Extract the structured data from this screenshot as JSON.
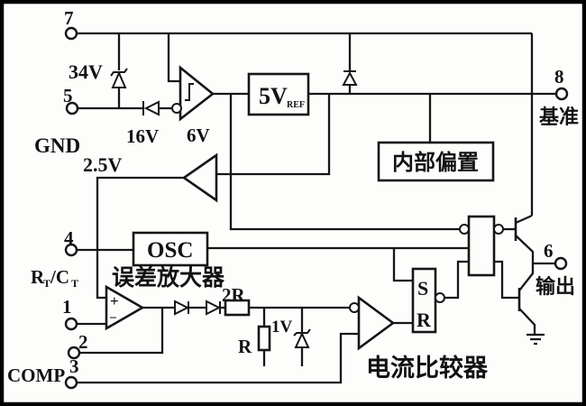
{
  "colors": {
    "ink": "#161616",
    "paper": "#fdfdfb",
    "frame": "#000000"
  },
  "pins": {
    "p7": "7",
    "p5": "5",
    "p4": "4",
    "p1": "1",
    "p2": "2",
    "p3": "3",
    "p8": "8",
    "p6": "6"
  },
  "pin_names": {
    "gnd": "GND",
    "comp": "COMP",
    "ref_cn": "基准",
    "out_cn": "输出",
    "rtct_r": "R",
    "rtct_rsub": "T",
    "rtct_slash_c": "/C",
    "rtct_csub": "T"
  },
  "voltages": {
    "zener_34v": "34V",
    "uvlo_16v": "16V",
    "hyst_6v": "6V",
    "ref_2v5": "2.5V",
    "clamp_1v": "1V"
  },
  "blocks": {
    "osc": "OSC",
    "vref_main": "5V",
    "vref_sub": "REF",
    "internal_bias": "内部偏置"
  },
  "components": {
    "r2": "2R",
    "r": "R"
  },
  "latch": {
    "s": "S",
    "r": "R"
  },
  "amp_marks": {
    "plus": "+",
    "minus": "−"
  },
  "captions": {
    "error_amp": "误差放大器",
    "current_comparator": "电流比较器"
  }
}
